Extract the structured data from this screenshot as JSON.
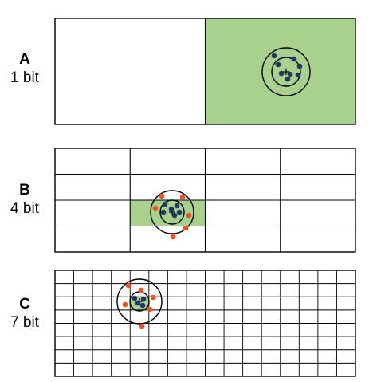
{
  "colors": {
    "target_cell": "#a9d18e",
    "grid_line": "#000000",
    "inner_dot": "#1f3864",
    "outer_dot": "#f4511e"
  },
  "panels": [
    {
      "id": "A",
      "letter": "A",
      "bits": "1 bit",
      "cols": 2,
      "rows": 1,
      "target": {
        "col": 1,
        "row": 0
      },
      "inner_dots": 8,
      "outer_dots": 0
    },
    {
      "id": "B",
      "letter": "B",
      "bits": "4 bit",
      "cols": 4,
      "rows": 4,
      "target": {
        "col": 1,
        "row": 2
      },
      "inner_dots": 6,
      "outer_dots": 6
    },
    {
      "id": "C",
      "letter": "C",
      "bits": "7 bit",
      "cols": 16,
      "rows": 8,
      "target": {
        "col": 4,
        "row": 2
      },
      "inner_dots": 4,
      "outer_dots": 6
    }
  ]
}
